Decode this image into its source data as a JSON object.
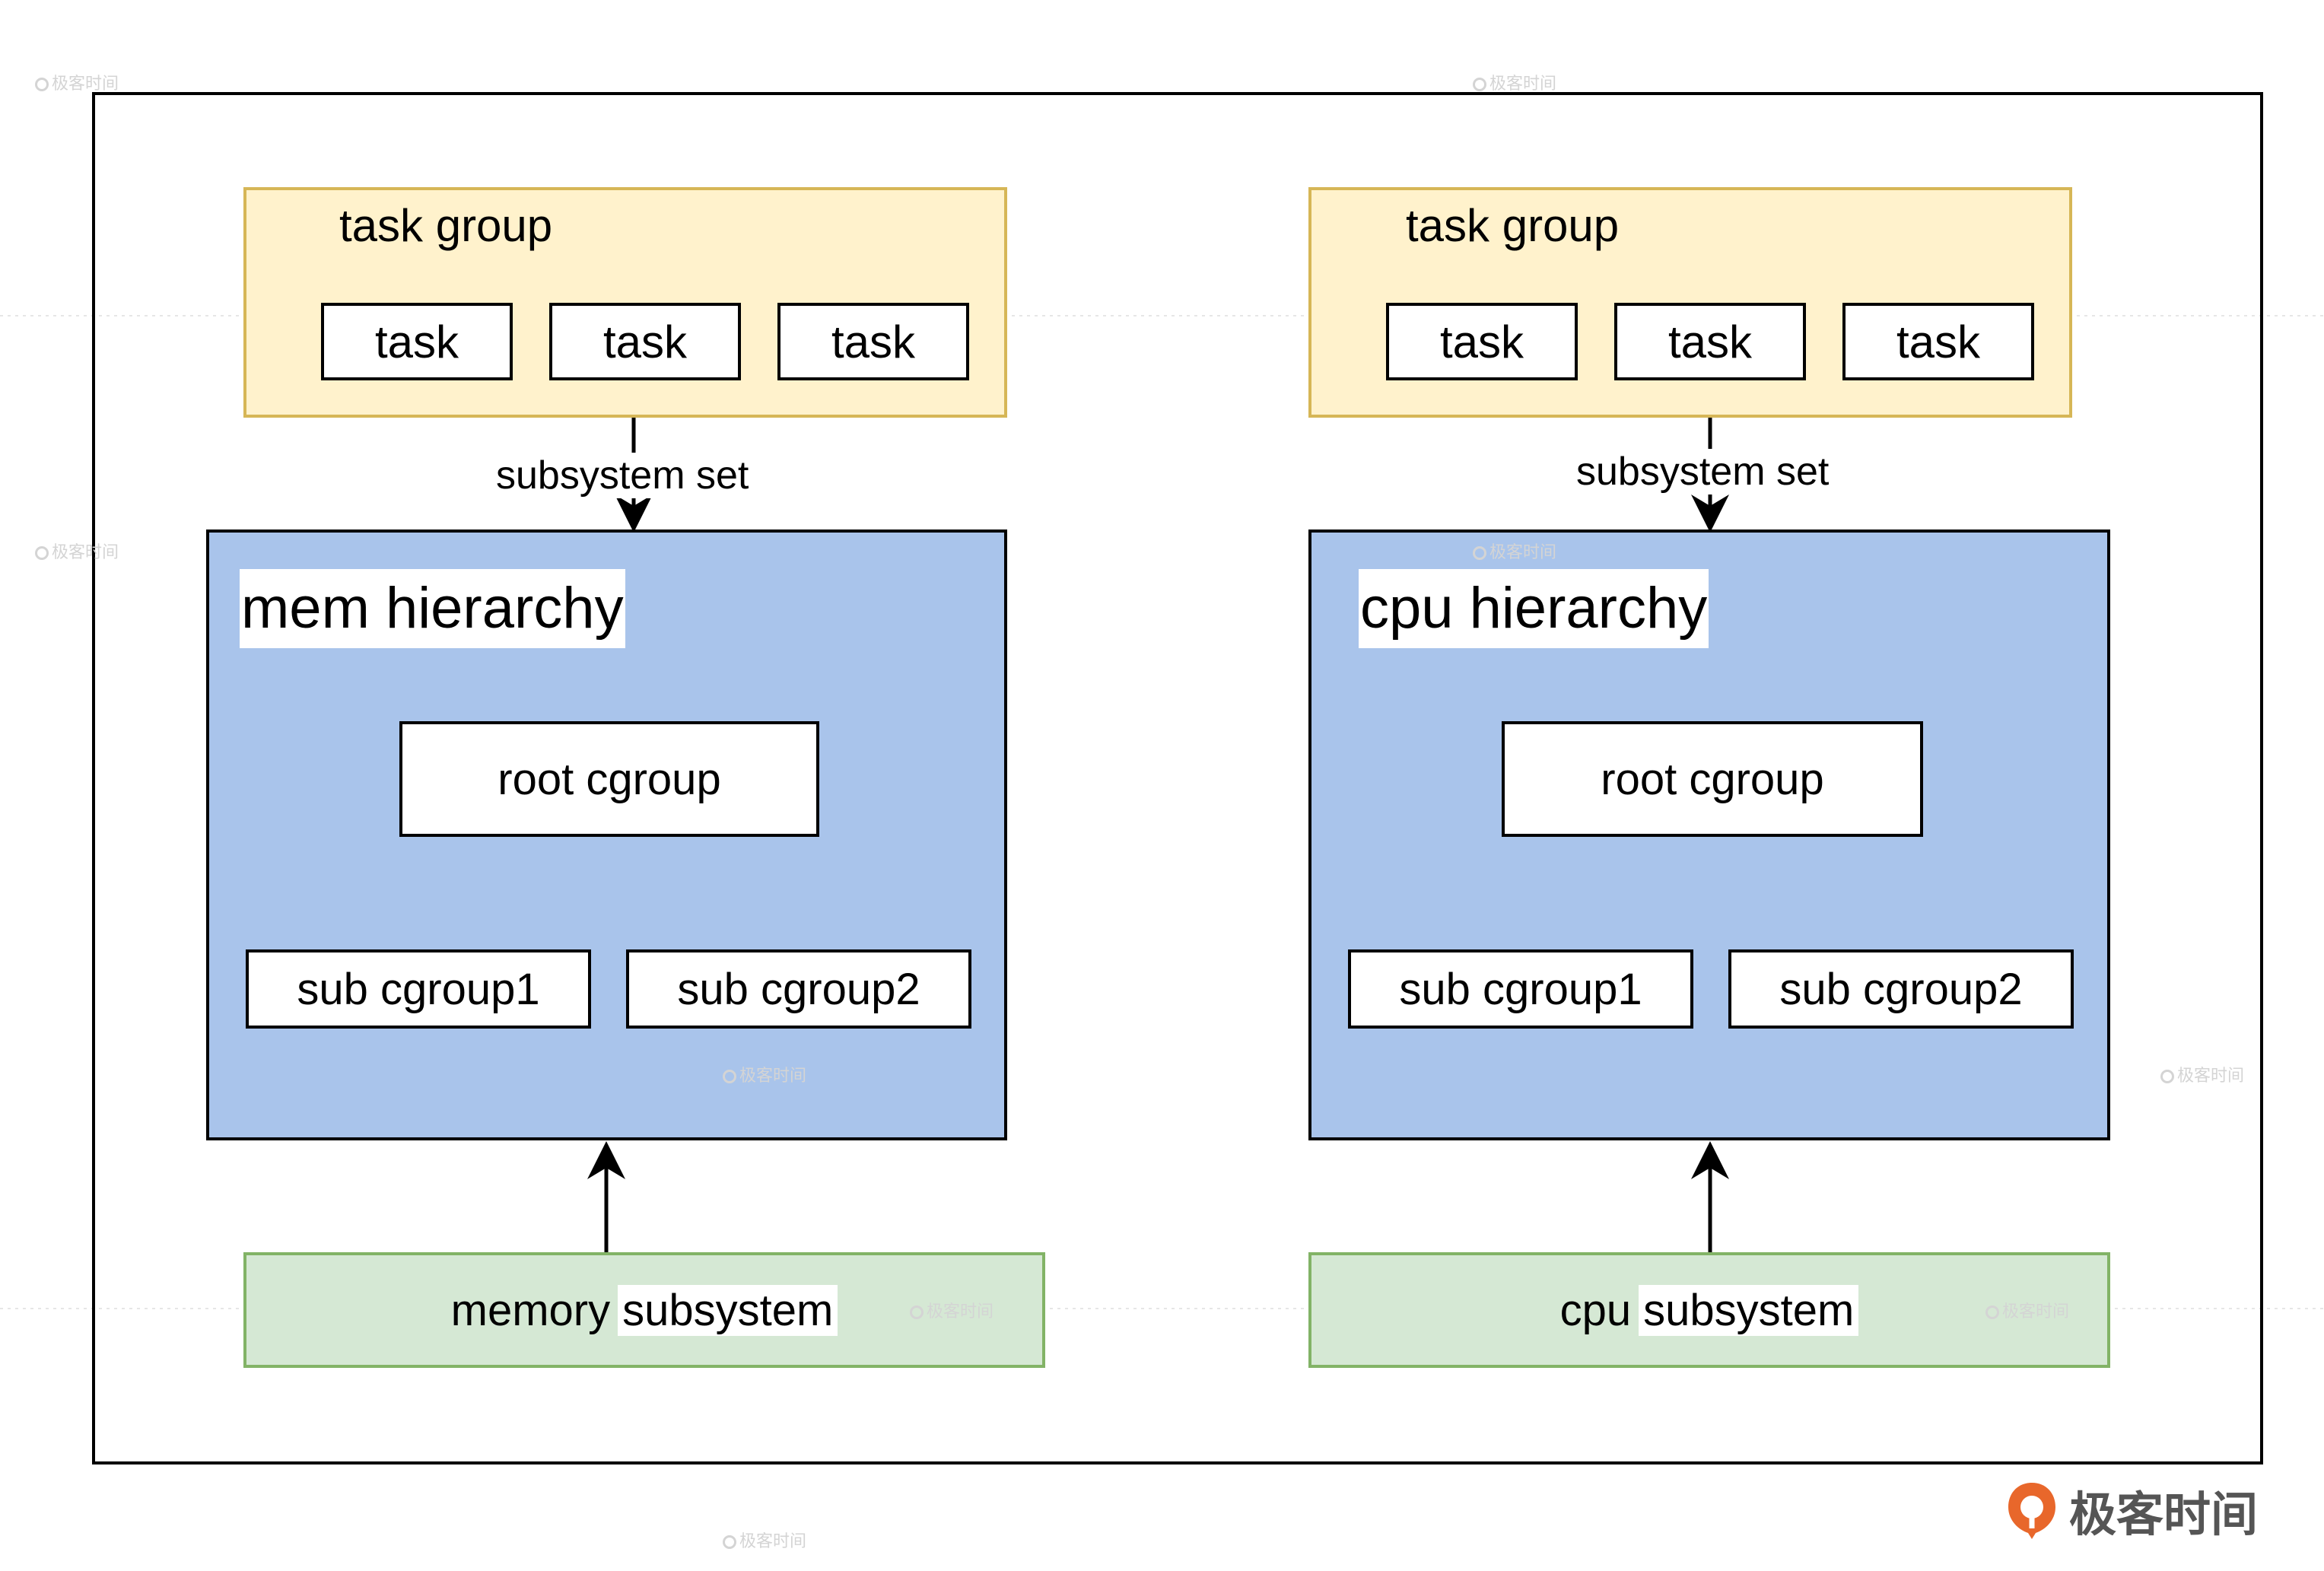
{
  "brand": {
    "name": "极客时间",
    "accent": "#e8672b"
  },
  "watermark_text": "极客时间",
  "colors": {
    "task_group_fill": "#fff2cc",
    "task_group_stroke": "#d6b656",
    "hierarchy_fill": "#a9c4eb",
    "subsystem_fill": "#d5e8d4",
    "subsystem_stroke": "#82b366"
  },
  "left": {
    "task_group": {
      "title": "task group",
      "tasks": [
        "task",
        "task",
        "task"
      ]
    },
    "edge_label": "subsystem set",
    "hierarchy": {
      "title": "mem hierarchy",
      "root": "root cgroup",
      "children": [
        "sub cgroup1",
        "sub cgroup2"
      ]
    },
    "subsystem": {
      "prefix": "memory",
      "suffix": "subsystem"
    }
  },
  "right": {
    "task_group": {
      "title": "task group",
      "tasks": [
        "task",
        "task",
        "task"
      ]
    },
    "edge_label": "subsystem set",
    "hierarchy": {
      "title": "cpu hierarchy",
      "root": "root cgroup",
      "children": [
        "sub cgroup1",
        "sub cgroup2"
      ]
    },
    "subsystem": {
      "prefix": "cpu",
      "suffix": "subsystem"
    }
  }
}
